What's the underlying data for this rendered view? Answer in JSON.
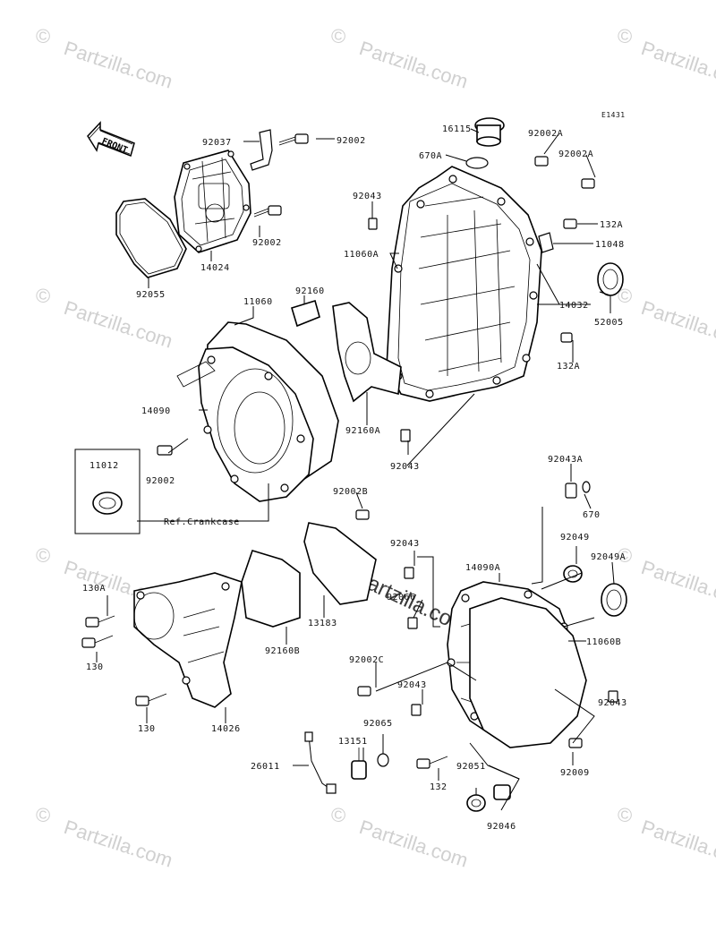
{
  "diagram_code": "E1431",
  "front_label": "FRONT",
  "ref_label": "Ref.Crankcase",
  "watermark": "Partzilla.com",
  "watermark_center": "© Partzilla.com",
  "labels": {
    "p16115": "16115",
    "p92002A_1": "92002A",
    "p92002A_2": "92002A",
    "p670A": "670A",
    "p92037": "92037",
    "p92002_top": "92002",
    "p92043_top": "92043",
    "p132A_1": "132A",
    "p11060A": "11060A",
    "p11048": "11048",
    "p92002_mid": "92002",
    "p14024": "14024",
    "p92055": "92055",
    "p92160": "92160",
    "p11060": "11060",
    "p14032": "14032",
    "p52005": "52005",
    "p132A_2": "132A",
    "p14090": "14090",
    "p92160A": "92160A",
    "p11012": "11012",
    "p92002_low": "92002",
    "p92043_mid": "92043",
    "p92043A": "92043A",
    "p670": "670",
    "p92002B": "92002B",
    "p92049": "92049",
    "p92043_c": "92043",
    "p14090A": "14090A",
    "p92049A": "92049A",
    "p130A": "130A",
    "p13183": "13183",
    "p92066": "92066",
    "p11060B": "11060B",
    "p130_1": "130",
    "p92160B": "92160B",
    "p92002C": "92002C",
    "p92043_d": "92043",
    "p92043_e": "92043",
    "p130_2": "130",
    "p14026": "14026",
    "p92065": "92065",
    "p13151": "13151",
    "p26011": "26011",
    "p132": "132",
    "p92051": "92051",
    "p92009": "92009",
    "p92046": "92046"
  }
}
